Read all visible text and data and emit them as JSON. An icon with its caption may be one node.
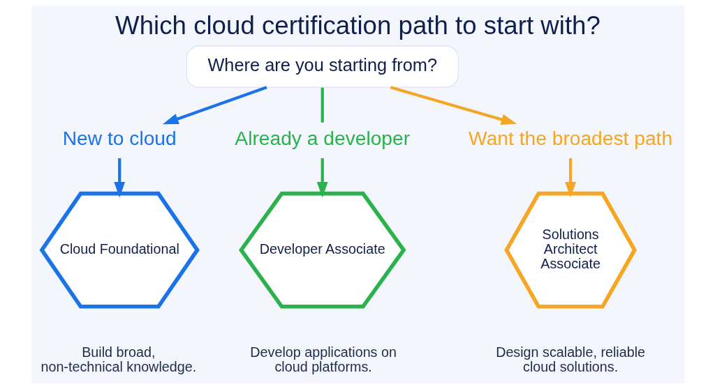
{
  "diagram": {
    "title": "Which cloud certification path to start with?",
    "nodes": [
      {
        "text": [
          "Where are you starting from?"
        ]
      },
      {
        "text": [
          "New to cloud"
        ]
      },
      {
        "text": [
          "Already a developer"
        ]
      },
      {
        "text": [
          "Want the broadest path"
        ]
      },
      {
        "text": [
          "Cloud Foundational"
        ],
        "beside": [
          "Build broad, non-technical knowledge."
        ]
      },
      {
        "text": [
          "Developer Associate"
        ],
        "beside": [
          "Develop applications on cloud platforms."
        ]
      },
      {
        "text": [
          "Solutions Architect Associate"
        ],
        "beside": [
          "Design scalable, reliable cloud solutions."
        ]
      }
    ],
    "edges": [
      {
        "from": 0,
        "to": 1,
        "arrow": "to",
        "color": "#1a73e8"
      },
      {
        "from": 0,
        "to": 2,
        "arrow": "none",
        "color": "#2bb24c"
      },
      {
        "from": 0,
        "to": 3,
        "arrow": "to",
        "color": "#f5a623"
      },
      {
        "from": 1,
        "to": 4,
        "arrow": "to",
        "color": "#1a73e8"
      },
      {
        "from": 2,
        "to": 5,
        "arrow": "to",
        "color": "#2bb24c"
      },
      {
        "from": 3,
        "to": 6,
        "arrow": "to",
        "color": "#f5a623"
      }
    ]
  }
}
